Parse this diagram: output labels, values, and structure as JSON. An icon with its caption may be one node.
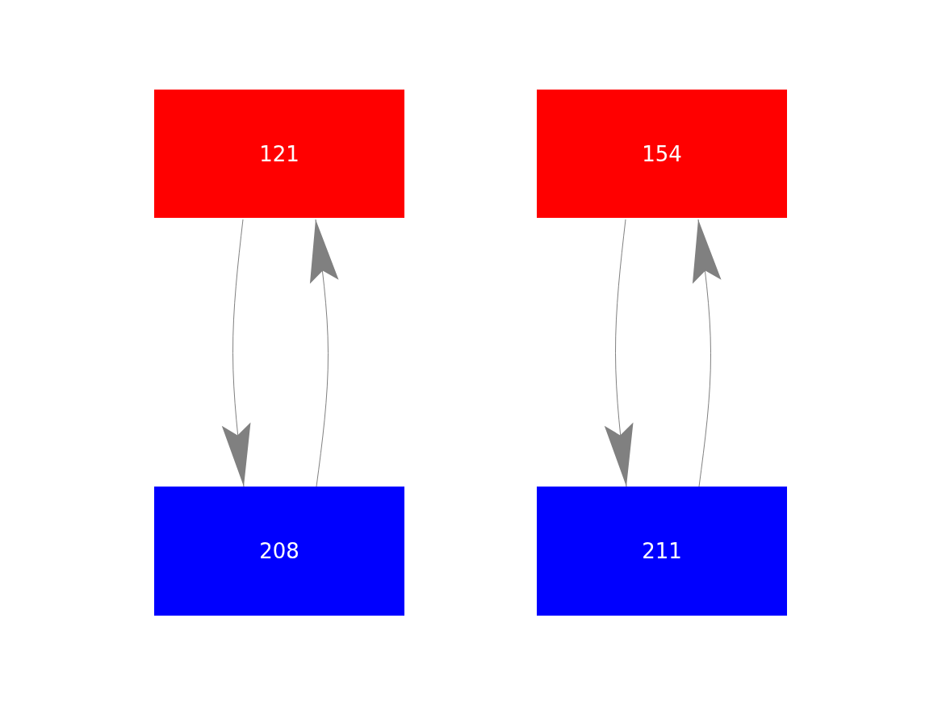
{
  "diagram": {
    "nodes": [
      {
        "text": [
          "121"
        ]
      },
      {
        "text": [
          "154"
        ]
      },
      {
        "text": [
          "208"
        ]
      },
      {
        "text": [
          "211"
        ]
      }
    ],
    "edges": [
      {
        "from": 0,
        "to": 2,
        "arrow": "to"
      },
      {
        "from": 2,
        "to": 0,
        "arrow": "to"
      },
      {
        "from": 1,
        "to": 3,
        "arrow": "to"
      },
      {
        "from": 3,
        "to": 1,
        "arrow": "to"
      }
    ]
  }
}
